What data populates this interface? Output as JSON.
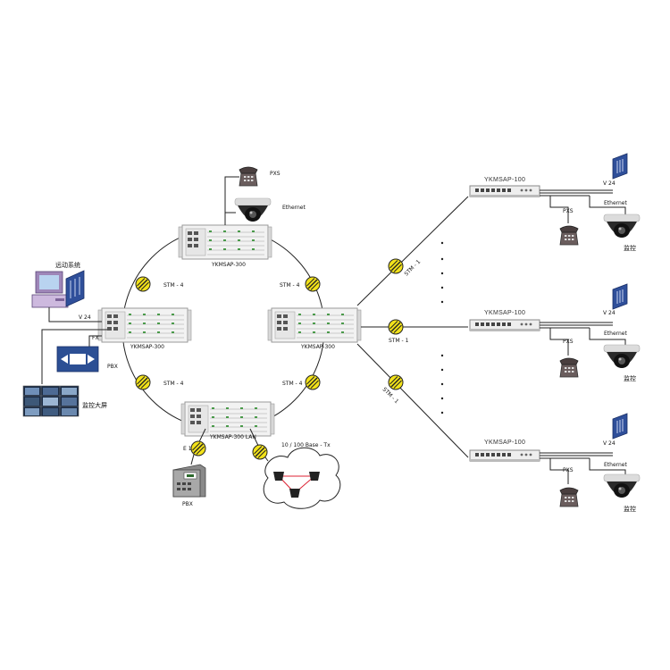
{
  "ring": {
    "top_node": "YKMSAP-300",
    "left_node": "YKMSAP-300",
    "right_node": "YKMSAP-300",
    "bottom_node": "YKMSAP-300 LAN",
    "link_top_left": "STM - 4",
    "link_top_right": "STM - 4",
    "link_bottom_left": "STM - 4",
    "link_bottom_right": "STM - 4"
  },
  "top_node_devices": {
    "pxs": "PXS",
    "ethernet": "Ethernet"
  },
  "left_node_devices": {
    "service_system": "远动系统",
    "v24": "V 24",
    "fx": "FX",
    "pbx": "PBX",
    "big_screen": "监控大屏"
  },
  "bottom_node_devices": {
    "e1": "E 1",
    "pbx": "PBX",
    "lan": "10 / 100   Base - Tx"
  },
  "branches": [
    {
      "node": "YKMSAP-100",
      "link": "STM - 1",
      "v24": "V 24",
      "ethernet": "Ethernet",
      "pxs": "PXS",
      "camera": "监控"
    },
    {
      "node": "YKMSAP-100",
      "link": "STM - 1",
      "v24": "V 24",
      "ethernet": "Ethernet",
      "pxs": "PXS",
      "camera": "监控"
    },
    {
      "node": "YKMSAP-100",
      "link": "STM - 1",
      "v24": "V 24",
      "ethernet": "Ethernet",
      "pxs": "PXS",
      "camera": "监控"
    }
  ]
}
